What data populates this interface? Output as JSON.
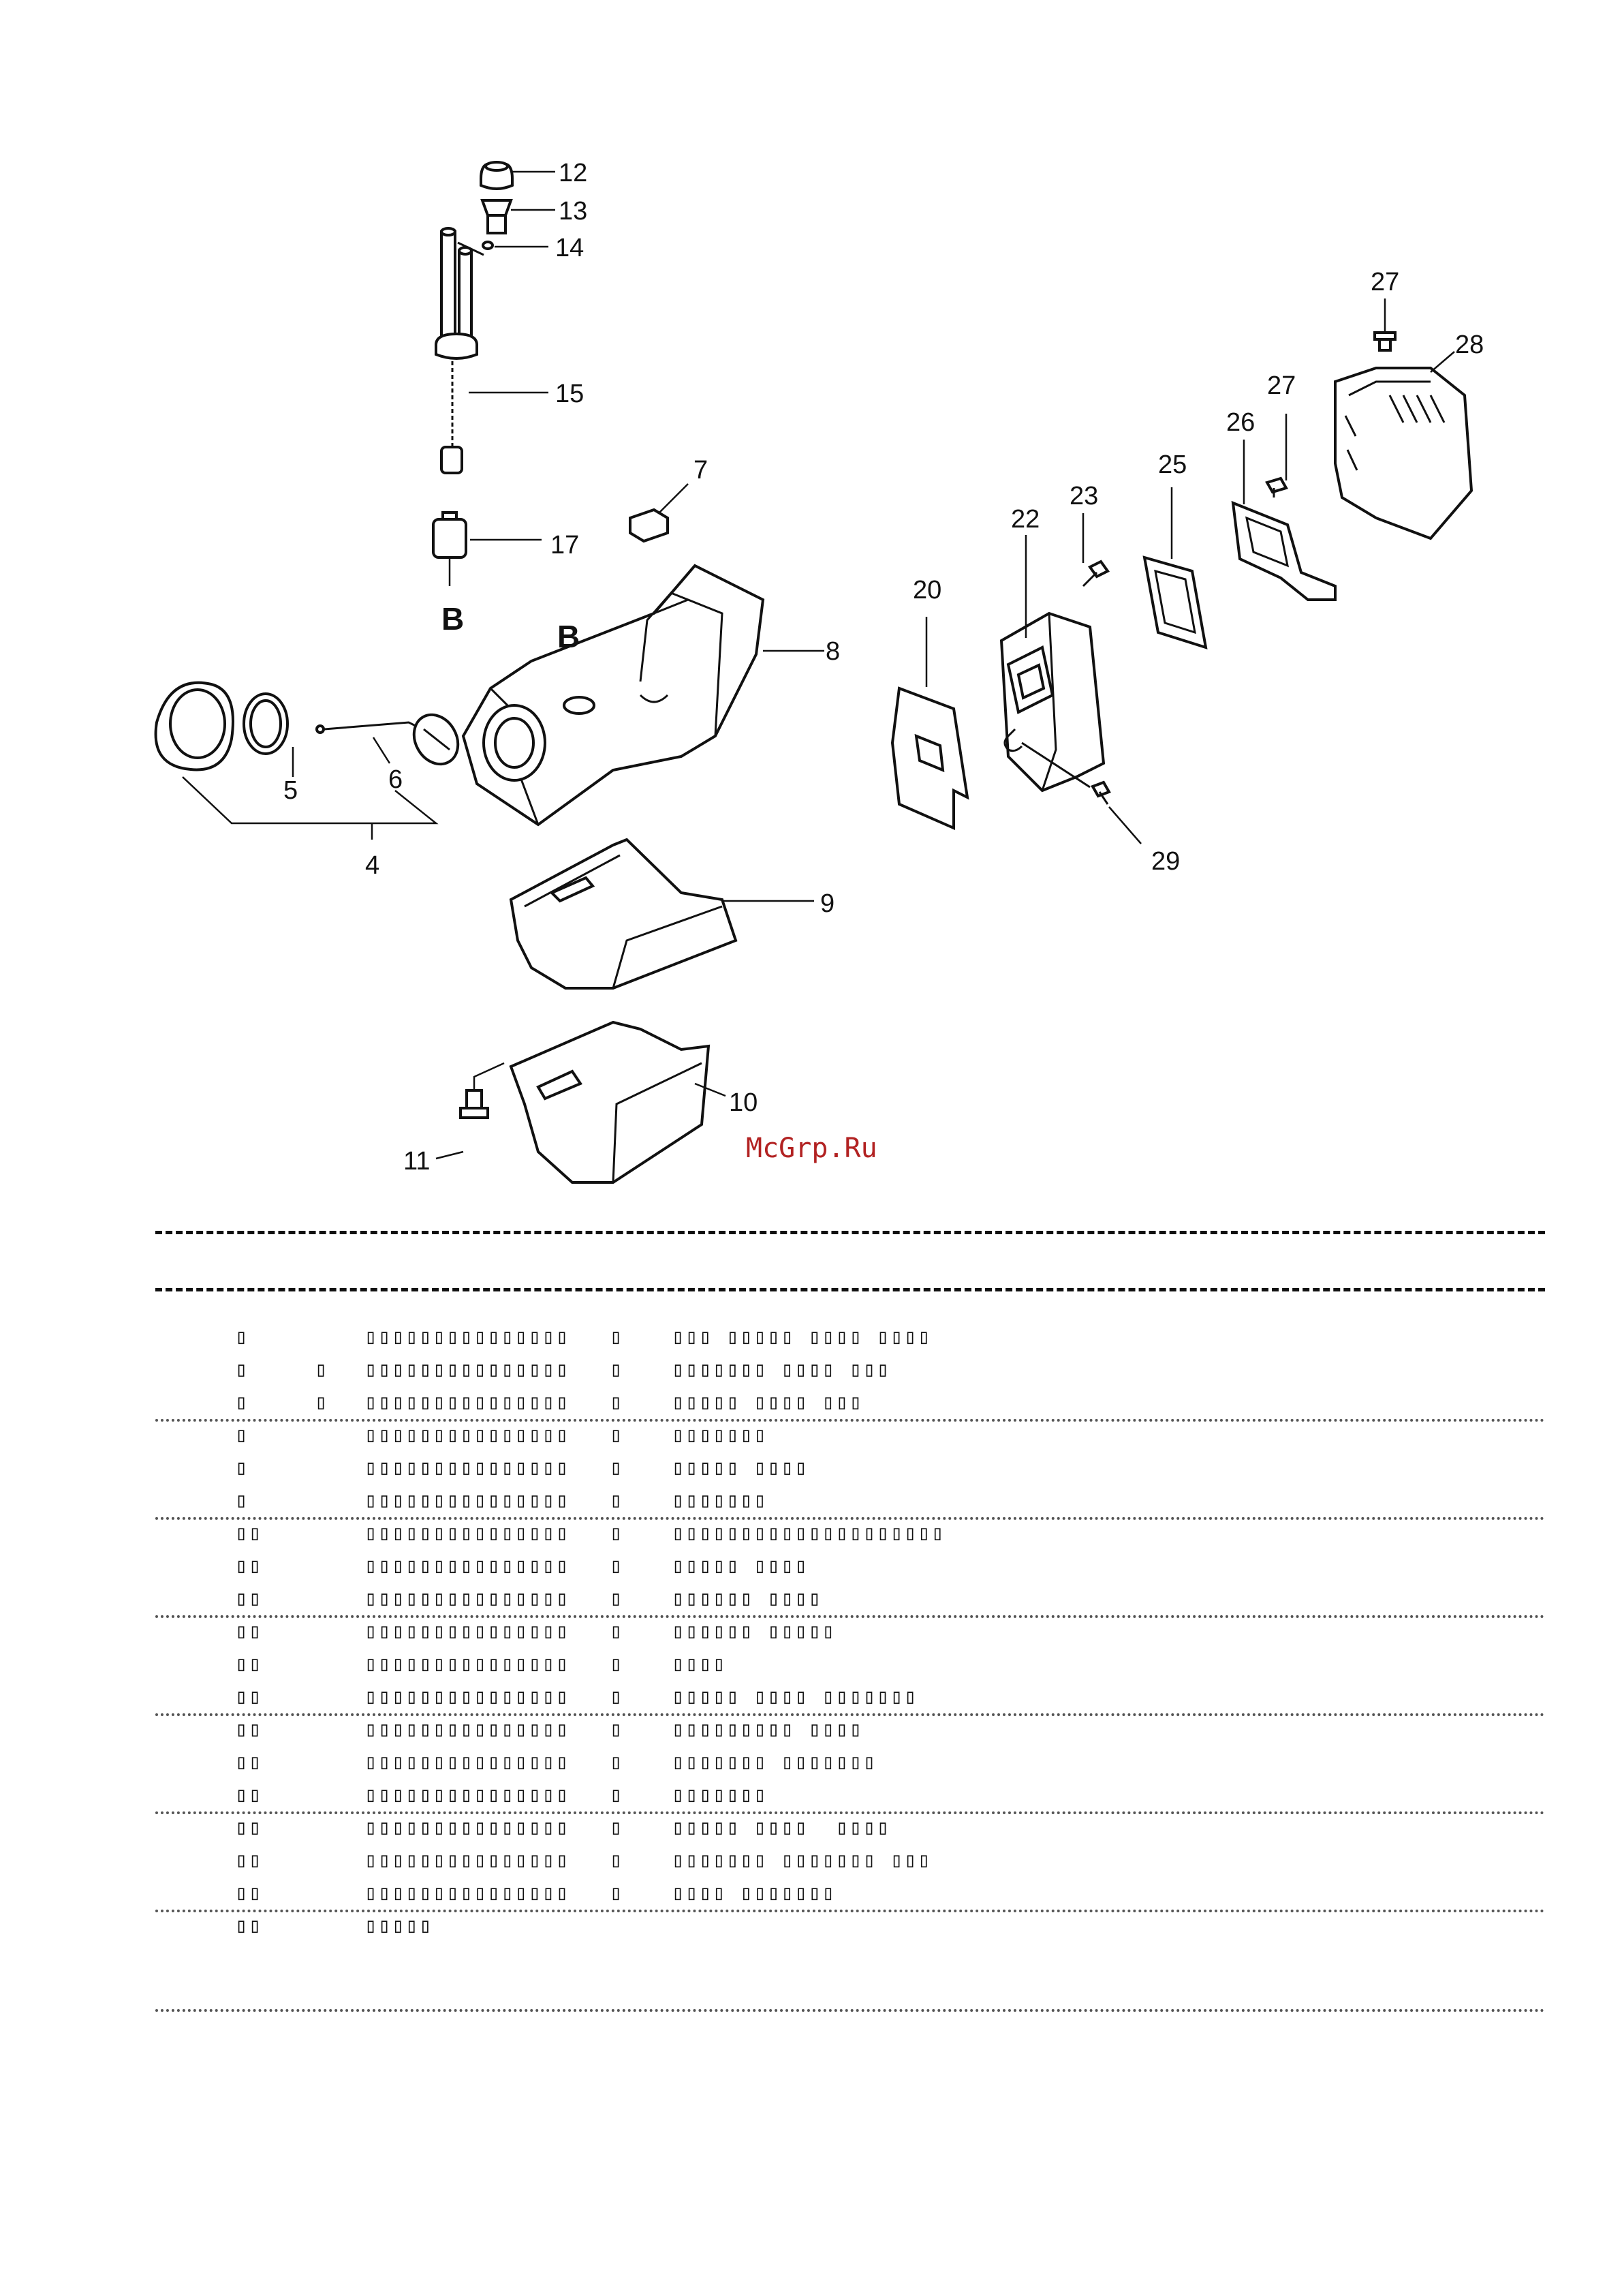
{
  "diagram": {
    "callouts": [
      "4",
      "5",
      "6",
      "7",
      "8",
      "9",
      "10",
      "11",
      "12",
      "13",
      "14",
      "15",
      "17",
      "20",
      "22",
      "23",
      "25",
      "26",
      "27",
      "27",
      "28",
      "29"
    ],
    "markers": [
      "B",
      "B"
    ],
    "watermark": "McGrp.Ru"
  },
  "parts_table": {
    "rows": [
      {
        "no": "▯",
        "mark": "",
        "code": "▯▯▯▯▯▯▯▯▯▯▯▯▯▯▯",
        "qty": "▯",
        "desc": "▯▯▯ ▯▯▯▯▯ ▯▯▯▯ ▯▯▯▯"
      },
      {
        "no": "▯",
        "mark": "▯",
        "code": "▯▯▯▯▯▯▯▯▯▯▯▯▯▯▯",
        "qty": "▯",
        "desc": "▯▯▯▯▯▯▯ ▯▯▯▯ ▯▯▯"
      },
      {
        "no": "▯",
        "mark": "▯",
        "code": "▯▯▯▯▯▯▯▯▯▯▯▯▯▯▯",
        "qty": "▯",
        "desc": "▯▯▯▯▯ ▯▯▯▯ ▯▯▯"
      },
      {
        "no": "▯",
        "mark": "",
        "code": "▯▯▯▯▯▯▯▯▯▯▯▯▯▯▯",
        "qty": "▯",
        "desc": "▯▯▯▯▯▯▯"
      },
      {
        "no": "▯",
        "mark": "",
        "code": "▯▯▯▯▯▯▯▯▯▯▯▯▯▯▯",
        "qty": "▯",
        "desc": "▯▯▯▯▯ ▯▯▯▯"
      },
      {
        "no": "▯",
        "mark": "",
        "code": "▯▯▯▯▯▯▯▯▯▯▯▯▯▯▯",
        "qty": "▯",
        "desc": "▯▯▯▯▯▯▯"
      },
      {
        "no": "▯▯",
        "mark": "",
        "code": "▯▯▯▯▯▯▯▯▯▯▯▯▯▯▯",
        "qty": "▯",
        "desc": "▯▯▯▯▯▯▯▯▯▯▯▯▯▯▯▯▯▯▯▯"
      },
      {
        "no": "▯▯",
        "mark": "",
        "code": "▯▯▯▯▯▯▯▯▯▯▯▯▯▯▯",
        "qty": "▯",
        "desc": "▯▯▯▯▯ ▯▯▯▯"
      },
      {
        "no": "▯▯",
        "mark": "",
        "code": "▯▯▯▯▯▯▯▯▯▯▯▯▯▯▯",
        "qty": "▯",
        "desc": "▯▯▯▯▯▯ ▯▯▯▯"
      },
      {
        "no": "▯▯",
        "mark": "",
        "code": "▯▯▯▯▯▯▯▯▯▯▯▯▯▯▯",
        "qty": "▯",
        "desc": "▯▯▯▯▯▯ ▯▯▯▯▯"
      },
      {
        "no": "▯▯",
        "mark": "",
        "code": "▯▯▯▯▯▯▯▯▯▯▯▯▯▯▯",
        "qty": "▯",
        "desc": "▯▯▯▯"
      },
      {
        "no": "▯▯",
        "mark": "",
        "code": "▯▯▯▯▯▯▯▯▯▯▯▯▯▯▯",
        "qty": "▯",
        "desc": "▯▯▯▯▯ ▯▯▯▯ ▯▯▯▯▯▯▯"
      },
      {
        "no": "▯▯",
        "mark": "",
        "code": "▯▯▯▯▯▯▯▯▯▯▯▯▯▯▯",
        "qty": "▯",
        "desc": "▯▯▯▯▯▯▯▯▯ ▯▯▯▯"
      },
      {
        "no": "▯▯",
        "mark": "",
        "code": "▯▯▯▯▯▯▯▯▯▯▯▯▯▯▯",
        "qty": "▯",
        "desc": "▯▯▯▯▯▯▯ ▯▯▯▯▯▯▯"
      },
      {
        "no": "▯▯",
        "mark": "",
        "code": "▯▯▯▯▯▯▯▯▯▯▯▯▯▯▯",
        "qty": "▯",
        "desc": "▯▯▯▯▯▯▯"
      },
      {
        "no": "▯▯",
        "mark": "",
        "code": "▯▯▯▯▯▯▯▯▯▯▯▯▯▯▯",
        "qty": "▯",
        "desc": "▯▯▯▯▯ ▯▯▯▯  ▯▯▯▯"
      },
      {
        "no": "▯▯",
        "mark": "",
        "code": "▯▯▯▯▯▯▯▯▯▯▯▯▯▯▯",
        "qty": "▯",
        "desc": "▯▯▯▯▯▯▯ ▯▯▯▯▯▯▯ ▯▯▯"
      },
      {
        "no": "▯▯",
        "mark": "",
        "code": "▯▯▯▯▯▯▯▯▯▯▯▯▯▯▯",
        "qty": "▯",
        "desc": "▯▯▯▯ ▯▯▯▯▯▯▯"
      },
      {
        "no": "▯▯",
        "mark": "",
        "code": "▯▯▯▯▯",
        "qty": "",
        "desc": ""
      }
    ]
  }
}
